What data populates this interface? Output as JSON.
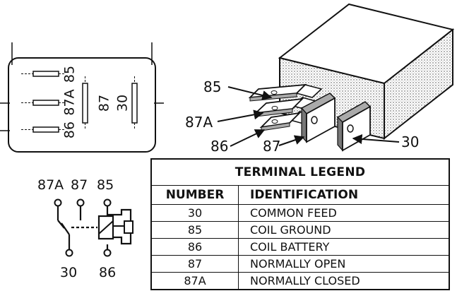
{
  "face_view": {
    "labels": [
      "85",
      "87A",
      "86",
      "87",
      "30"
    ]
  },
  "relay_3d": {
    "labels": [
      "85",
      "87A",
      "86",
      "87",
      "30"
    ]
  },
  "schematic": {
    "top_labels": [
      "87A",
      "87",
      "85"
    ],
    "bottom_labels": [
      "30",
      "86"
    ]
  },
  "legend": {
    "title": "TERMINAL LEGEND",
    "headers": {
      "number": "NUMBER",
      "identification": "IDENTIFICATION"
    },
    "rows": [
      {
        "number": "30",
        "identification": "COMMON FEED"
      },
      {
        "number": "85",
        "identification": "COIL GROUND"
      },
      {
        "number": "86",
        "identification": "COIL BATTERY"
      },
      {
        "number": "87",
        "identification": "NORMALLY OPEN"
      },
      {
        "number": "87A",
        "identification": "NORMALLY CLOSED"
      }
    ]
  }
}
